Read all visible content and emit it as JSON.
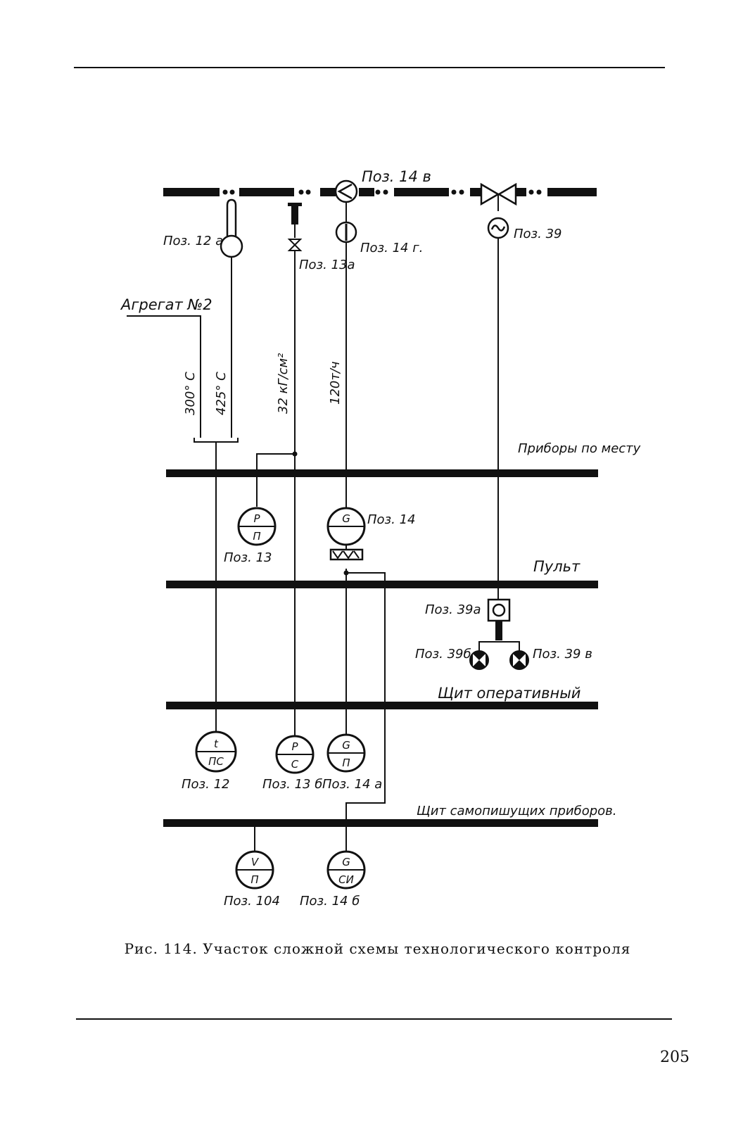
{
  "agregat_label": "Агрегат №2",
  "process_line_symbols": {
    "thermometer": "thermometer-icon",
    "pressure_tap": "pressure-tap-icon",
    "flowmeter": "flow-sensor-icon",
    "valve": "control-valve-icon"
  },
  "field_labels": {
    "poz_12a": "Поз. 12 а",
    "poz_13a": "Поз. 13а",
    "poz_14v": "Поз. 14 в",
    "poz_14g": "Поз. 14 г.",
    "poz_39": "Поз. 39"
  },
  "line_values": {
    "t1": "300° С",
    "t2": "425° С",
    "pressure": "32 кГ/см²",
    "flow": "120т/ч"
  },
  "panels": {
    "local": "Приборы по месту",
    "pult": "Пульт",
    "operative": "Щит оперативный",
    "recorders": "Щит самопишущих приборов."
  },
  "instruments": [
    {
      "id": "poz_13",
      "top": "P",
      "bottom": "П",
      "label": "Поз. 13"
    },
    {
      "id": "poz_14",
      "top": "G",
      "bottom": "",
      "label": "Поз. 14"
    },
    {
      "id": "poz_12",
      "top": "t",
      "bottom": "ПС",
      "label": "Поз. 12"
    },
    {
      "id": "poz_13b",
      "top": "P",
      "bottom": "С",
      "label": "Поз. 13 б"
    },
    {
      "id": "poz_14a",
      "top": "G",
      "bottom": "П",
      "label": "Поз. 14 а"
    },
    {
      "id": "poz_104",
      "top": "V",
      "bottom": "П",
      "label": "Поз. 104"
    },
    {
      "id": "poz_14b",
      "top": "G",
      "bottom": "СИ",
      "label": "Поз. 14 б"
    }
  ],
  "pult_labels": {
    "poz_39a": "Поз. 39а",
    "poz_39b": "Поз. 39б",
    "poz_39v": "Поз. 39 в"
  },
  "caption": "Рис. 114. Участок сложной схемы технологического контроля",
  "page_number": "205",
  "ink_color": "#111111"
}
